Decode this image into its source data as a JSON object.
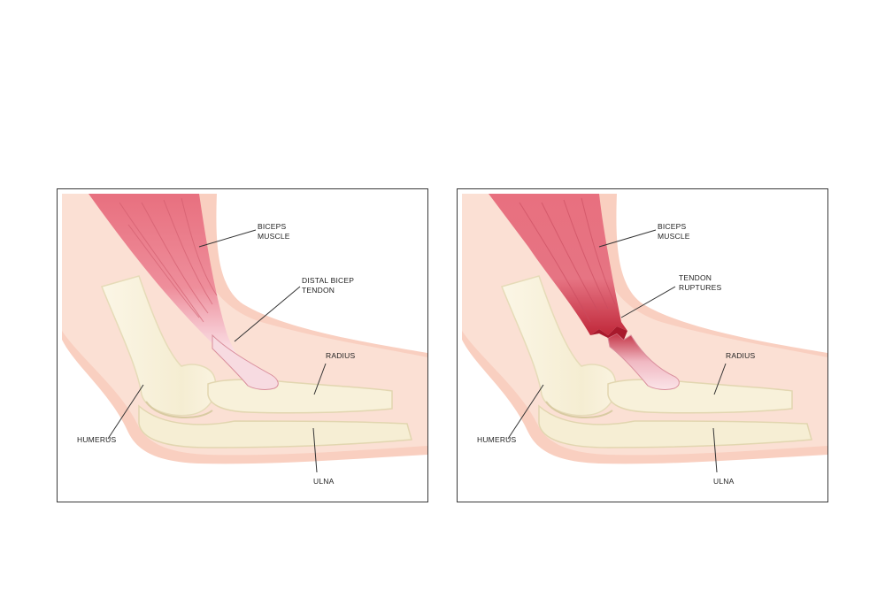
{
  "panels": [
    {
      "id": "normal",
      "labels": {
        "biceps_line1": "BICEPS",
        "biceps_line2": "MUSCLE",
        "tendon_line1": "DISTAL BICEP",
        "tendon_line2": "TENDON",
        "radius": "RADIUS",
        "humerus": "HUMERUS",
        "ulna": "ULNA"
      }
    },
    {
      "id": "ruptured",
      "labels": {
        "biceps_line1": "BICEPS",
        "biceps_line2": "MUSCLE",
        "tendon_line1": "TENDON",
        "tendon_line2": "RUPTURES",
        "radius": "RADIUS",
        "humerus": "HUMERUS",
        "ulna": "ULNA"
      }
    }
  ],
  "colors": {
    "skin_outer": "#f9cfc0",
    "skin_inner": "#fbe1d6",
    "bone": "#f6efd8",
    "bone_outline": "#e2d7b4",
    "muscle": "#e97a88",
    "tendon": "#f7d6dc",
    "rupture": "#c0283a"
  }
}
